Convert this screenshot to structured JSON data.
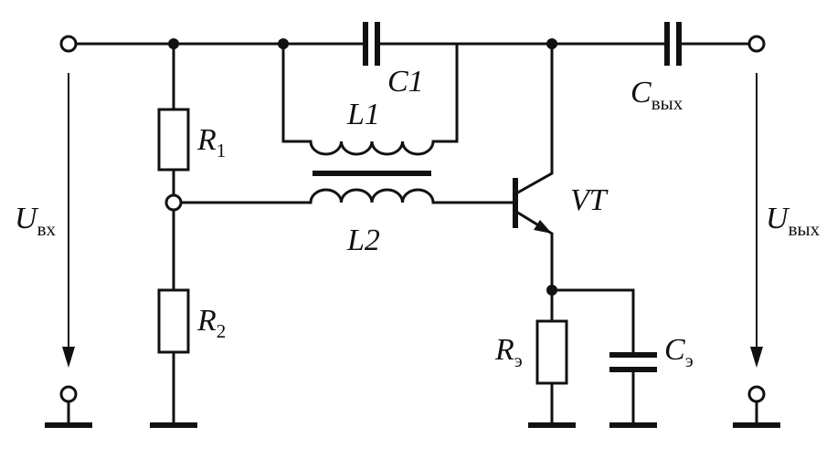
{
  "labels": {
    "c1": "C1",
    "l1": "L1",
    "l2": "L2",
    "vt": "VT",
    "r1_main": "R",
    "r1_sub": "1",
    "r2_main": "R",
    "r2_sub": "2",
    "re_main": "R",
    "re_sub": "э",
    "ce_main": "C",
    "ce_sub": "э",
    "cout_main": "C",
    "cout_sub": "вых",
    "uin_main": "U",
    "uin_sub": "вх",
    "uout_main": "U",
    "uout_sub": "вых"
  }
}
